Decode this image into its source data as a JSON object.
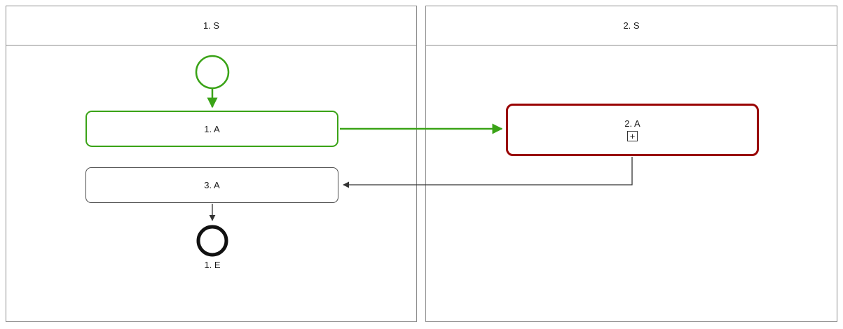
{
  "pools": [
    {
      "title": "1. S"
    },
    {
      "title": "2. S"
    }
  ],
  "nodes": {
    "task1": {
      "label": "1. A"
    },
    "task2": {
      "label": "2. A",
      "marker": "+"
    },
    "task3": {
      "label": "3. A"
    },
    "end_event": {
      "label": "1. E"
    }
  },
  "colors": {
    "highlight_green": "#3aa317",
    "highlight_red": "#990000",
    "pool_border": "#8c8c8c",
    "flow_dark": "#333333",
    "end_event_stroke": "#111111"
  }
}
